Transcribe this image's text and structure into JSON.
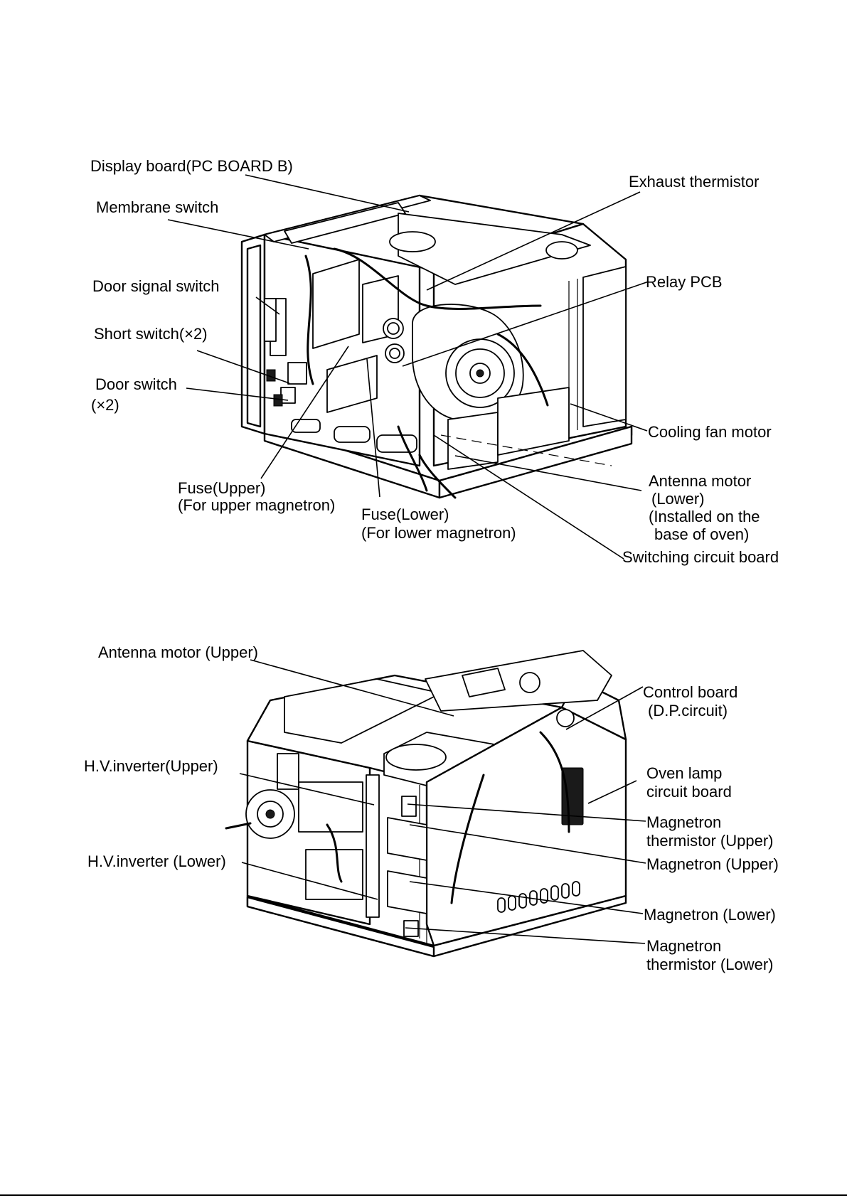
{
  "top_labels": {
    "display_board": "Display board(PC BOARD B)",
    "exhaust_thermistor": "Exhaust  thermistor",
    "membrane_switch": "Membrane switch",
    "door_signal_switch": "Door signal switch",
    "relay_pcb": "Relay PCB",
    "short_switch": "Short switch(×2)",
    "door_switch": "Door switch",
    "door_switch_qty": "(×2)",
    "cooling_fan_motor": "Cooling fan motor",
    "fuse_upper_1": "Fuse(Upper)",
    "fuse_upper_2": "(For upper magnetron)",
    "antenna_motor_lower_1": "Antenna motor",
    "antenna_motor_lower_2": "(Lower)",
    "antenna_motor_lower_3": "(Installed on the",
    "antenna_motor_lower_4": "base of oven)",
    "fuse_lower_1": "Fuse(Lower)",
    "fuse_lower_2": "(For lower magnetron)",
    "switching_circuit_board": "Switching circuit board"
  },
  "bottom_labels": {
    "antenna_motor_upper": "Antenna motor (Upper)",
    "control_board_1": "Control board",
    "control_board_2": "(D.P.circuit)",
    "hv_inverter_upper": "H.V.inverter(Upper)",
    "oven_lamp_1": "Oven lamp",
    "oven_lamp_2": "circuit board",
    "magnetron_thermistor_upper_1": "Magnetron",
    "magnetron_thermistor_upper_2": "thermistor (Upper)",
    "hv_inverter_lower": "H.V.inverter (Lower)",
    "magnetron_upper": "Magnetron (Upper)",
    "magnetron_lower": "Magnetron (Lower)",
    "magnetron_thermistor_lower_1": "Magnetron",
    "magnetron_thermistor_lower_2": "thermistor (Lower)"
  }
}
